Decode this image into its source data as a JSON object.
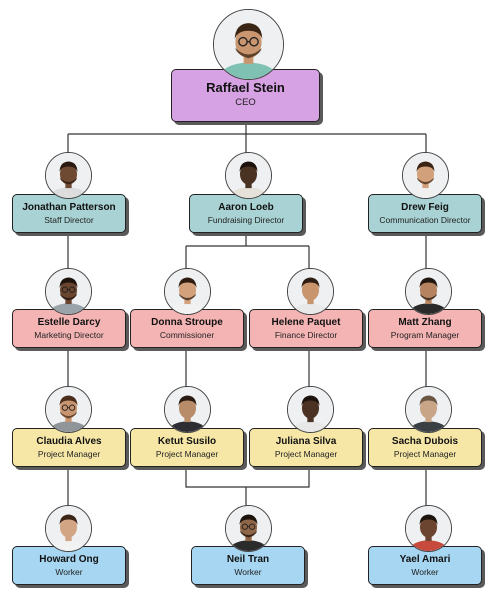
{
  "colors": {
    "ceo": "#d7a2e3",
    "director": "#a9d2d4",
    "manager": "#f4b4b4",
    "project": "#f7e7a7",
    "worker": "#a6d6f1",
    "line": "#333333"
  },
  "people": {
    "ceo": {
      "name": "Raffael Stein",
      "role": "CEO",
      "skin": "#c9966f",
      "hair": "#3a2413",
      "shirt": "#7fc2b3",
      "beard": true,
      "glasses": true
    },
    "jonathan": {
      "name": "Jonathan Patterson",
      "role": "Staff Director",
      "skin": "#6f4a33",
      "hair": "#2a1a10",
      "shirt": "#dddddd",
      "beard": true,
      "glasses": false
    },
    "aaron": {
      "name": "Aaron Loeb",
      "role": "Fundraising Director",
      "skin": "#4a3222",
      "hair": "#1c120b",
      "shirt": "#e6e2da",
      "beard": false,
      "glasses": false
    },
    "drew": {
      "name": "Drew Feig",
      "role": "Communication Director",
      "skin": "#d2a07a",
      "hair": "#3b2414",
      "shirt": "#f0f0f0",
      "beard": true,
      "glasses": false
    },
    "estelle": {
      "name": "Estelle Darcy",
      "role": "Marketing Director",
      "skin": "#6a4530",
      "hair": "#1e140d",
      "shirt": "#9aa3aa",
      "beard": true,
      "glasses": true
    },
    "donna": {
      "name": "Donna Stroupe",
      "role": "Commissioner",
      "skin": "#d3a17c",
      "hair": "#2f1d12",
      "shirt": "#f2f2f2",
      "beard": true,
      "glasses": false
    },
    "helene": {
      "name": "Helene Paquet",
      "role": "Finance Director",
      "skin": "#c8956d",
      "hair": "#2e1d12",
      "shirt": "#e9e9e9",
      "beard": false,
      "glasses": false
    },
    "matt": {
      "name": "Matt Zhang",
      "role": "Program Manager",
      "skin": "#b5835f",
      "hair": "#231711",
      "shirt": "#2a2a2a",
      "beard": true,
      "glasses": false
    },
    "claudia": {
      "name": "Claudia Alves",
      "role": "Project Manager",
      "skin": "#c99570",
      "hair": "#4a2e1a",
      "shirt": "#8f9598",
      "beard": true,
      "glasses": true
    },
    "ketut": {
      "name": "Ketut Susilo",
      "role": "Project Manager",
      "skin": "#b98c69",
      "hair": "#2a1b12",
      "shirt": "#2d2d33",
      "beard": false,
      "glasses": false
    },
    "juliana": {
      "name": "Juliana Silva",
      "role": "Project Manager",
      "skin": "#4b3223",
      "hair": "#1c120c",
      "shirt": "#e8e8e8",
      "beard": false,
      "glasses": false
    },
    "sacha": {
      "name": "Sacha Dubois",
      "role": "Project Manager",
      "skin": "#c9a587",
      "hair": "#6b5643",
      "shirt": "#3a3f44",
      "beard": false,
      "glasses": false
    },
    "howard": {
      "name": "Howard Ong",
      "role": "Worker",
      "skin": "#d2a584",
      "hair": "#3a2518",
      "shirt": "#f2f2f2",
      "beard": false,
      "glasses": false
    },
    "neil": {
      "name": "Neil Tran",
      "role": "Worker",
      "skin": "#8f6648",
      "hair": "#1c130c",
      "shirt": "#2b2b2b",
      "beard": true,
      "glasses": true
    },
    "yael": {
      "name": "Yael Amari",
      "role": "Worker",
      "skin": "#6b4530",
      "hair": "#1d140e",
      "shirt": "#c74a3c",
      "beard": false,
      "glasses": false
    }
  }
}
